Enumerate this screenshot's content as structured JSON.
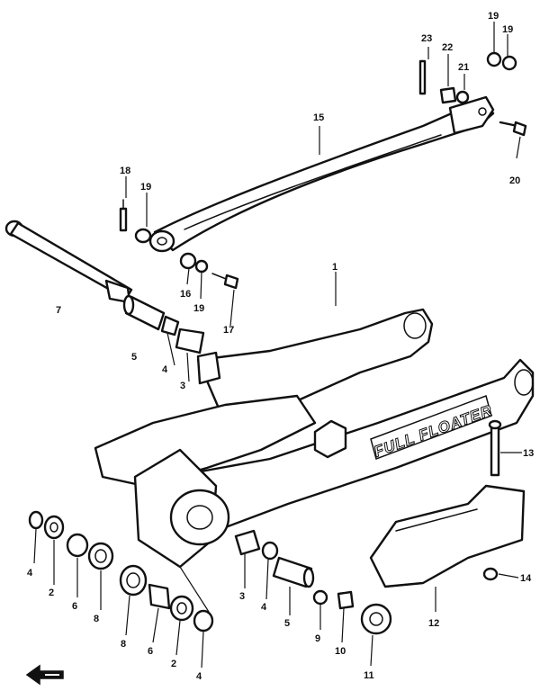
{
  "diagram": {
    "brand_text": "FULL FLOATER",
    "callouts": {
      "p1": "1",
      "p2": "2",
      "p3": "3",
      "p4": "4",
      "p5": "5",
      "p6": "6",
      "p7": "7",
      "p8": "8",
      "p9": "9",
      "p10": "10",
      "p11": "11",
      "p12": "12",
      "p13": "13",
      "p14": "14",
      "p15": "15",
      "p16": "16",
      "p17": "17",
      "p18": "18",
      "p19": "19",
      "p20": "20",
      "p21": "21",
      "p22": "22",
      "p23": "23"
    },
    "front_arrow_icon": "arrow-left-icon"
  }
}
